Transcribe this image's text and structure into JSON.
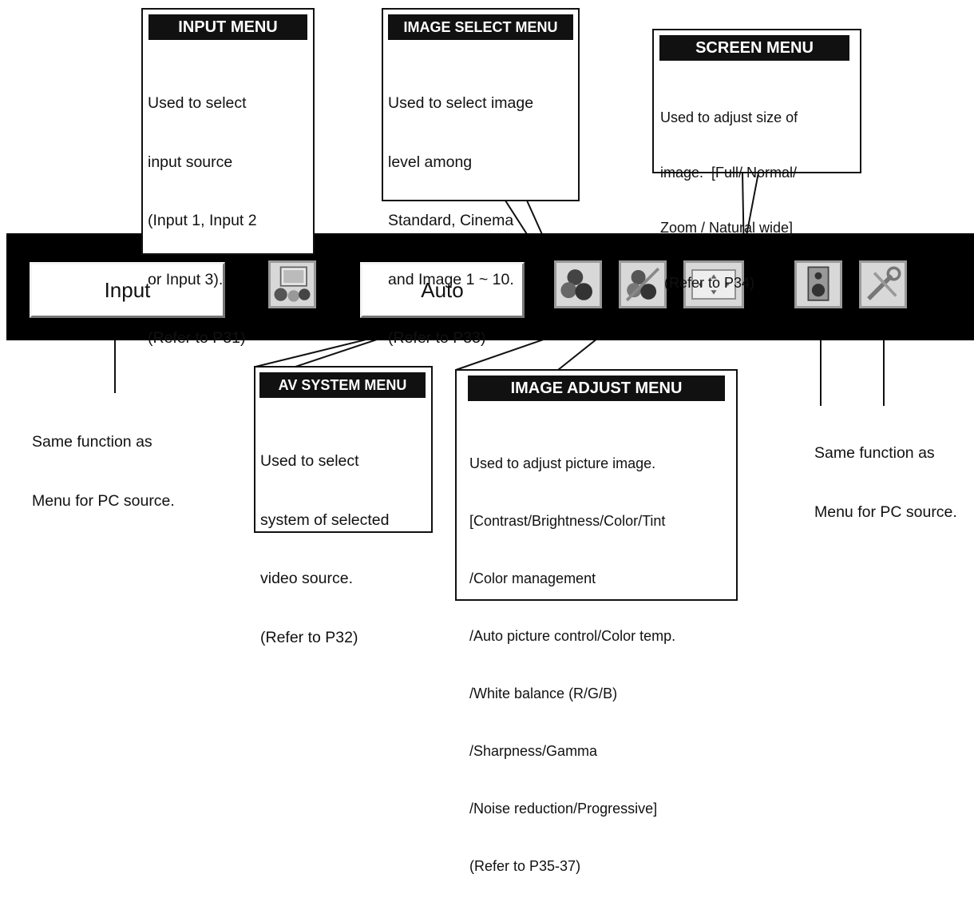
{
  "callouts": {
    "input_menu": {
      "title": "INPUT MENU",
      "lines": [
        "Used to select",
        "input source",
        "(Input 1, Input 2",
        "or Input 3).",
        "(Refer to P31)"
      ]
    },
    "image_select_menu": {
      "title": "IMAGE SELECT MENU",
      "lines": [
        "Used to select image",
        "level among",
        "Standard, Cinema",
        "and Image 1 ~ 10.",
        "(Refer to P33)"
      ]
    },
    "screen_menu": {
      "title": "SCREEN MENU",
      "lines": [
        "Used to adjust size of",
        "image.  [Full/ Normal/",
        "Zoom / Natural wide]",
        " (Refer to P34)"
      ]
    },
    "av_system_menu": {
      "title": "AV SYSTEM MENU",
      "lines": [
        "Used to select",
        "system of selected",
        "video source.",
        "(Refer to P32)"
      ]
    },
    "image_adjust_menu": {
      "title": "IMAGE ADJUST MENU",
      "lines": [
        "Used to adjust picture image.",
        "[Contrast/Brightness/Color/Tint",
        "/Color management",
        "/Auto picture control/Color temp.",
        "/White balance (R/G/B)",
        "/Sharpness/Gamma",
        "/Noise reduction/Progressive]",
        "(Refer to P35-37)"
      ]
    }
  },
  "menu_bar": {
    "input_field": "Input",
    "av_field": "Auto",
    "icons": [
      "input-menu-icon",
      "image-select-icon",
      "image-adjust-icon",
      "screen-icon",
      "sound-icon",
      "setting-icon"
    ]
  },
  "notes": {
    "left": [
      "Same function as",
      "Menu for PC source."
    ],
    "right": [
      "Same function as",
      "Menu for PC source."
    ]
  }
}
